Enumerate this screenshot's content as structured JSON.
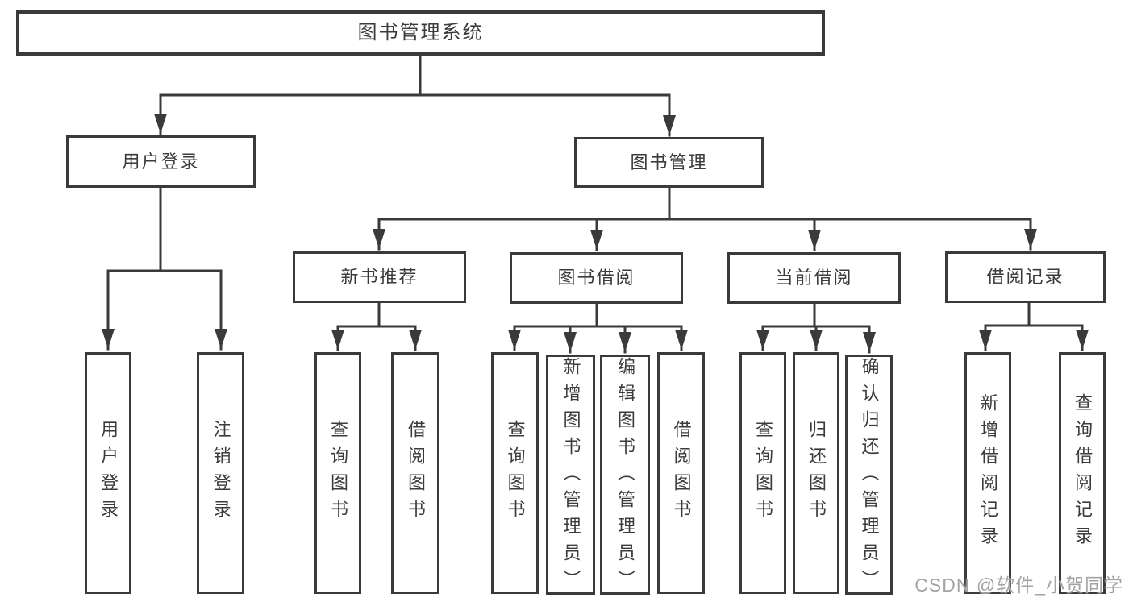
{
  "diagram": {
    "root": {
      "label": "图书管理系统"
    },
    "branches": {
      "user_login": {
        "label": "用户登录",
        "children": [
          {
            "label": "用户登录"
          },
          {
            "label": "注销登录"
          }
        ]
      },
      "book_mgmt": {
        "label": "图书管理",
        "children": [
          {
            "label": "新书推荐",
            "children": [
              {
                "label": "查询图书"
              },
              {
                "label": "借阅图书"
              }
            ]
          },
          {
            "label": "图书借阅",
            "children": [
              {
                "label": "查询图书"
              },
              {
                "label": "新增图书（管理员）"
              },
              {
                "label": "编辑图书（管理员）"
              },
              {
                "label": "借阅图书"
              }
            ]
          },
          {
            "label": "当前借阅",
            "children": [
              {
                "label": "查询图书"
              },
              {
                "label": "归还图书"
              },
              {
                "label": "确认归还（管理员）"
              }
            ]
          },
          {
            "label": "借阅记录",
            "children": [
              {
                "label": "新增借阅记录"
              },
              {
                "label": "查询借阅记录"
              }
            ]
          }
        ]
      }
    },
    "watermark": "CSDN @软件_小贺同学",
    "colors": {
      "line": "#3a3a3a",
      "box_border": "#3a3a3a",
      "text": "#3b3b3b",
      "background": "#ffffff",
      "watermark": "#a3a3a3"
    }
  }
}
